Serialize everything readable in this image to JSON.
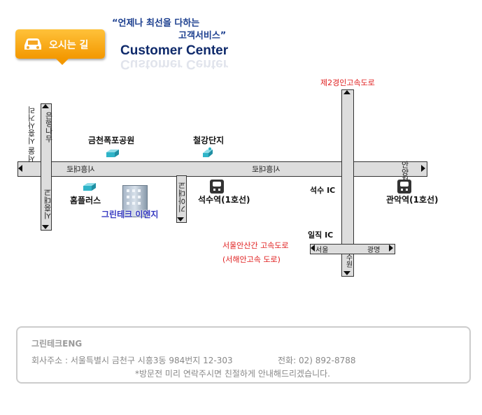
{
  "header": {
    "badge_label": "오시는 길",
    "slogan_line1": "“언제나 최선을 다하는",
    "slogan_line2": "고객서비스”",
    "title": "Customer Center"
  },
  "map": {
    "roads": {
      "main_horizontal": "시흥대로",
      "main_horizontal_right": "시흥대로",
      "left_vertical_top": "서울 시흥사거리",
      "left_vertical_side": "은행나무",
      "left_vertical_bottom": "시흥대교",
      "small_vertical": "기아대교",
      "right_end": "안양천",
      "expressway_south_left": "서울",
      "expressway_south_right": "광명",
      "expressway_south_bottom": "수원"
    },
    "places": {
      "park": "금천폭포공원",
      "steel": "철강단지",
      "homeplus": "홈플러스",
      "company": "그린테크 이엔지",
      "station_seoksu": "석수역(1호선)",
      "station_gwanak": "관악역(1호선)",
      "ic_seoksu": "석수 IC",
      "ic_ilik": "일직 IC"
    },
    "red_labels": {
      "expressway_north": "제2경인고속도로",
      "expressway_seoul": "서울안산간 고속도로",
      "expressway_seohae": "(서해안고속 도로)"
    }
  },
  "info": {
    "company": "그린테크ENG",
    "address": "회사주소 : 서울특별시 금천구 시흥3동 984번지 12-303",
    "phone": "전화: 02) 892-8788",
    "notice": "*방문전 미리 연락주시면 친절하게 안내해드리겠습니다."
  },
  "colors": {
    "badge": "#f39800",
    "title": "#0f2a6b",
    "highlight_red": "#e02020"
  }
}
